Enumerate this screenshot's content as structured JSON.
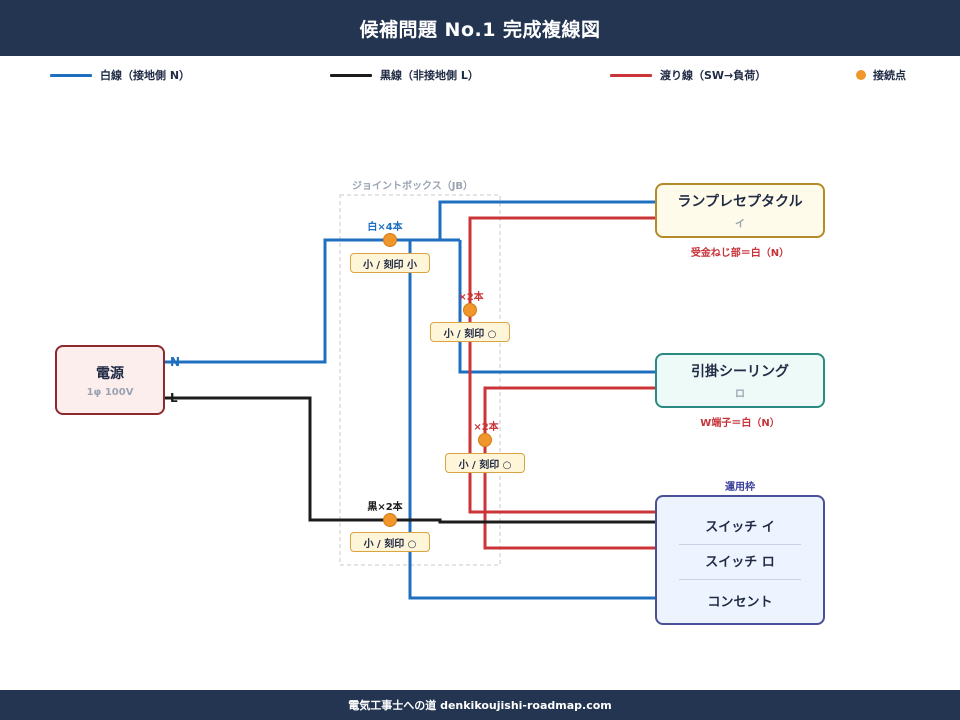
{
  "header": {
    "title": "候補問題 No.1 完成複線図"
  },
  "legend": {
    "white": "白線（接地側 N）",
    "black": "黒線（非接地側 L）",
    "red": "渡り線（SW→負荷）",
    "point": "接続点"
  },
  "colors": {
    "white_wire": "#1f6fc0",
    "black_wire": "#1b1b1b",
    "red_wire": "#cc3537",
    "junction": "#f0962a",
    "header_bg": "#243552"
  },
  "junction_box": {
    "label": "ジョイントボックス（JB）"
  },
  "power": {
    "title": "電源",
    "sub": "1φ 100V",
    "terminal_n": "N",
    "terminal_l": "L"
  },
  "lamp": {
    "title": "ランプレセプタクル",
    "sub": "イ",
    "note": "受金ねじ部＝白（N）"
  },
  "ceiling": {
    "title": "引掛シーリング",
    "sub": "ロ",
    "note": "W端子＝白（N）"
  },
  "frame": {
    "label": "運用枠",
    "switch_i": "スイッチ イ",
    "switch_ro": "スイッチ ロ",
    "outlet": "コンセント"
  },
  "junctions": {
    "white4": {
      "label": "白×4本",
      "sleeve": "小 / 刻印 小"
    },
    "red2a": {
      "label": "×2本",
      "sleeve": "小 / 刻印 ○"
    },
    "red2b": {
      "label": "×2本",
      "sleeve": "小 / 刻印 ○"
    },
    "black2": {
      "label": "黒×2本",
      "sleeve": "小 / 刻印 ○"
    }
  },
  "footer": {
    "text": "電気工事士への道 denkikoujishi-roadmap.com"
  }
}
